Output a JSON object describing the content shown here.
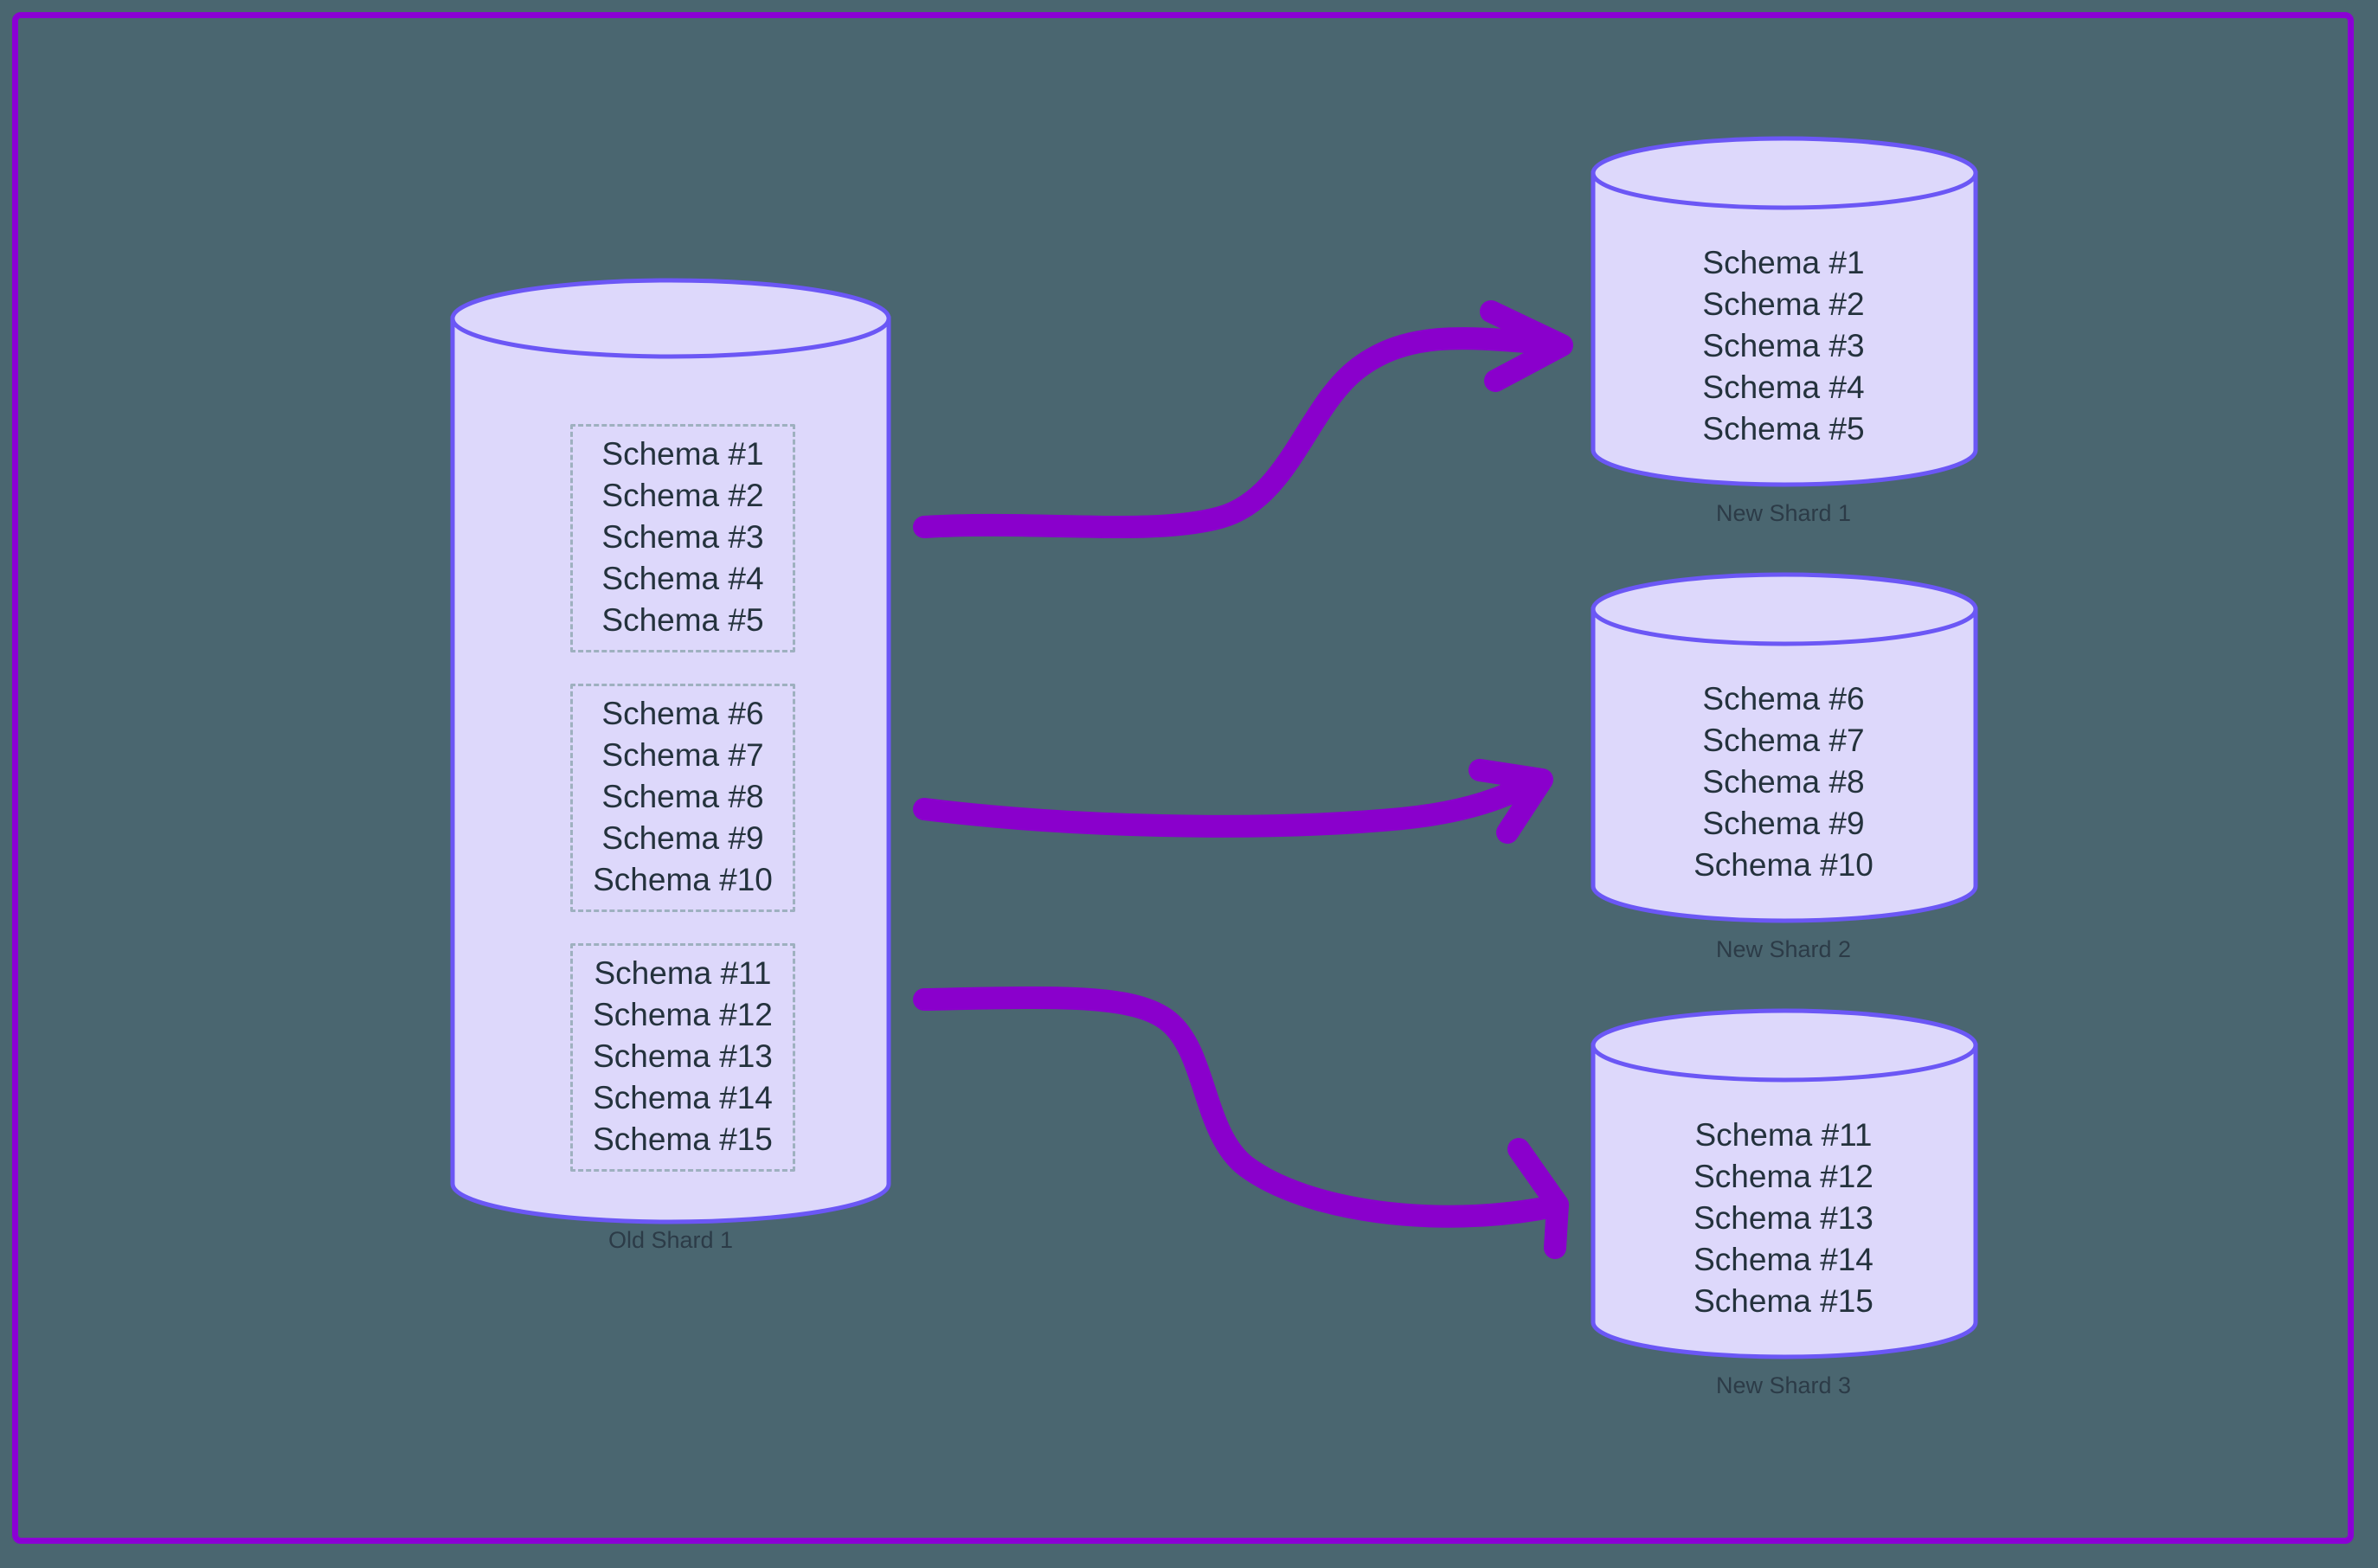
{
  "colors": {
    "background": "#4a6670",
    "frame_border": "#8b00d4",
    "cylinder_fill": "#ddd8fb",
    "cylinder_stroke": "#6b57f5",
    "arrow": "#8a00cc",
    "dashed_border": "#9eb0bf",
    "text": "#24323d",
    "label_text": "#2c3b47"
  },
  "source": {
    "name": "old-shard-1",
    "label": "Old Shard 1",
    "groups": [
      {
        "schemas": [
          "Schema #1",
          "Schema #2",
          "Schema #3",
          "Schema #4",
          "Schema #5"
        ]
      },
      {
        "schemas": [
          "Schema #6",
          "Schema #7",
          "Schema #8",
          "Schema #9",
          "Schema #10"
        ]
      },
      {
        "schemas": [
          "Schema #11",
          "Schema #12",
          "Schema #13",
          "Schema #14",
          "Schema #15"
        ]
      }
    ]
  },
  "targets": [
    {
      "name": "new-shard-1",
      "label": "New Shard 1",
      "schemas": [
        "Schema #1",
        "Schema #2",
        "Schema #3",
        "Schema #4",
        "Schema #5"
      ]
    },
    {
      "name": "new-shard-2",
      "label": "New Shard 2",
      "schemas": [
        "Schema #6",
        "Schema #7",
        "Schema #8",
        "Schema #9",
        "Schema #10"
      ]
    },
    {
      "name": "new-shard-3",
      "label": "New Shard 3",
      "schemas": [
        "Schema #11",
        "Schema #12",
        "Schema #13",
        "Schema #14",
        "Schema #15"
      ]
    }
  ],
  "arrows": [
    {
      "name": "arrow-to-new-shard-1",
      "from": "old-shard-1-group-1",
      "to": "new-shard-1"
    },
    {
      "name": "arrow-to-new-shard-2",
      "from": "old-shard-1-group-2",
      "to": "new-shard-2"
    },
    {
      "name": "arrow-to-new-shard-3",
      "from": "old-shard-1-group-3",
      "to": "new-shard-3"
    }
  ]
}
